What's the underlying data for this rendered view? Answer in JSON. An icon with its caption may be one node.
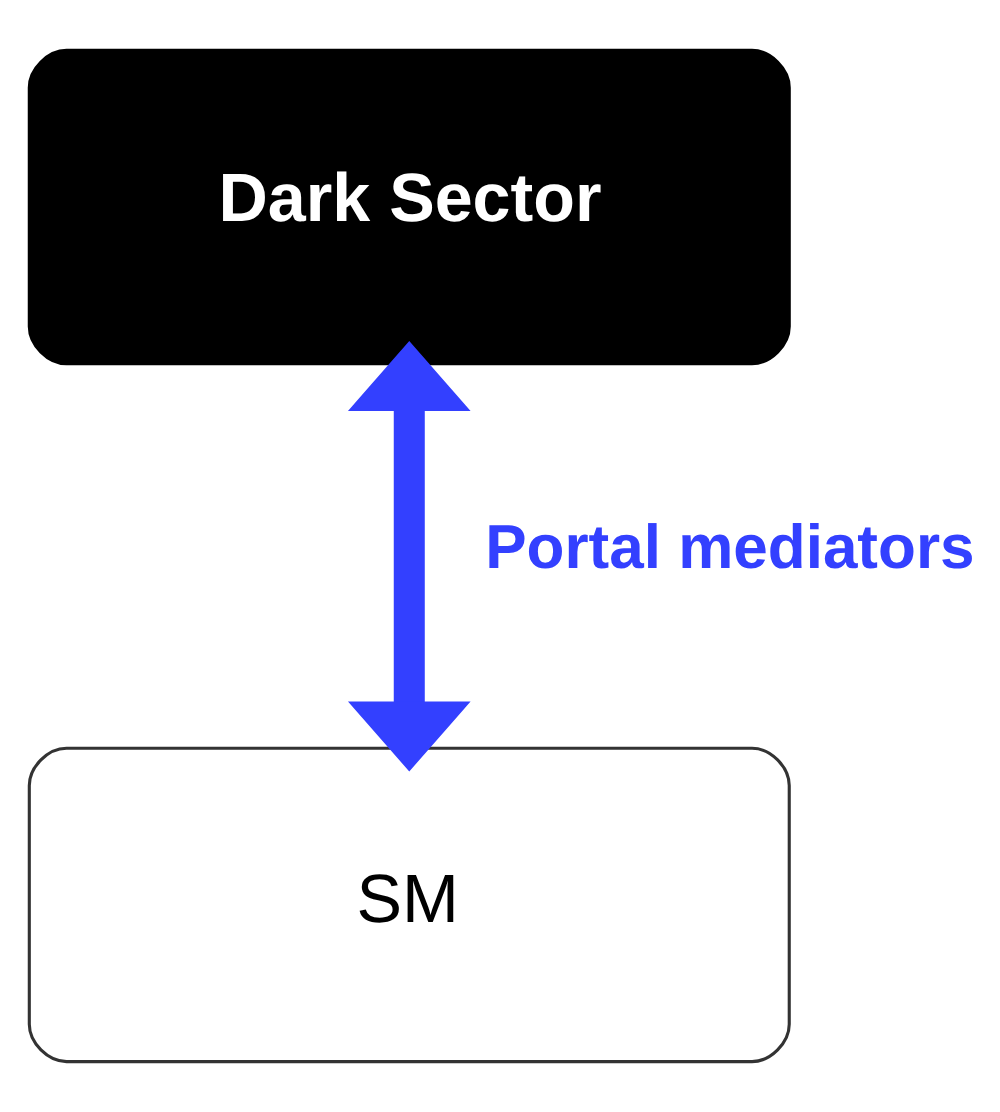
{
  "diagram": {
    "nodes": [
      {
        "text": [
          "Dark Sector"
        ]
      },
      {
        "text": [
          "SM"
        ]
      }
    ],
    "edges": [
      {
        "from": 0,
        "to": 1,
        "arrow": "both",
        "label": "Portal mediators",
        "color": "#3340ff"
      }
    ]
  }
}
